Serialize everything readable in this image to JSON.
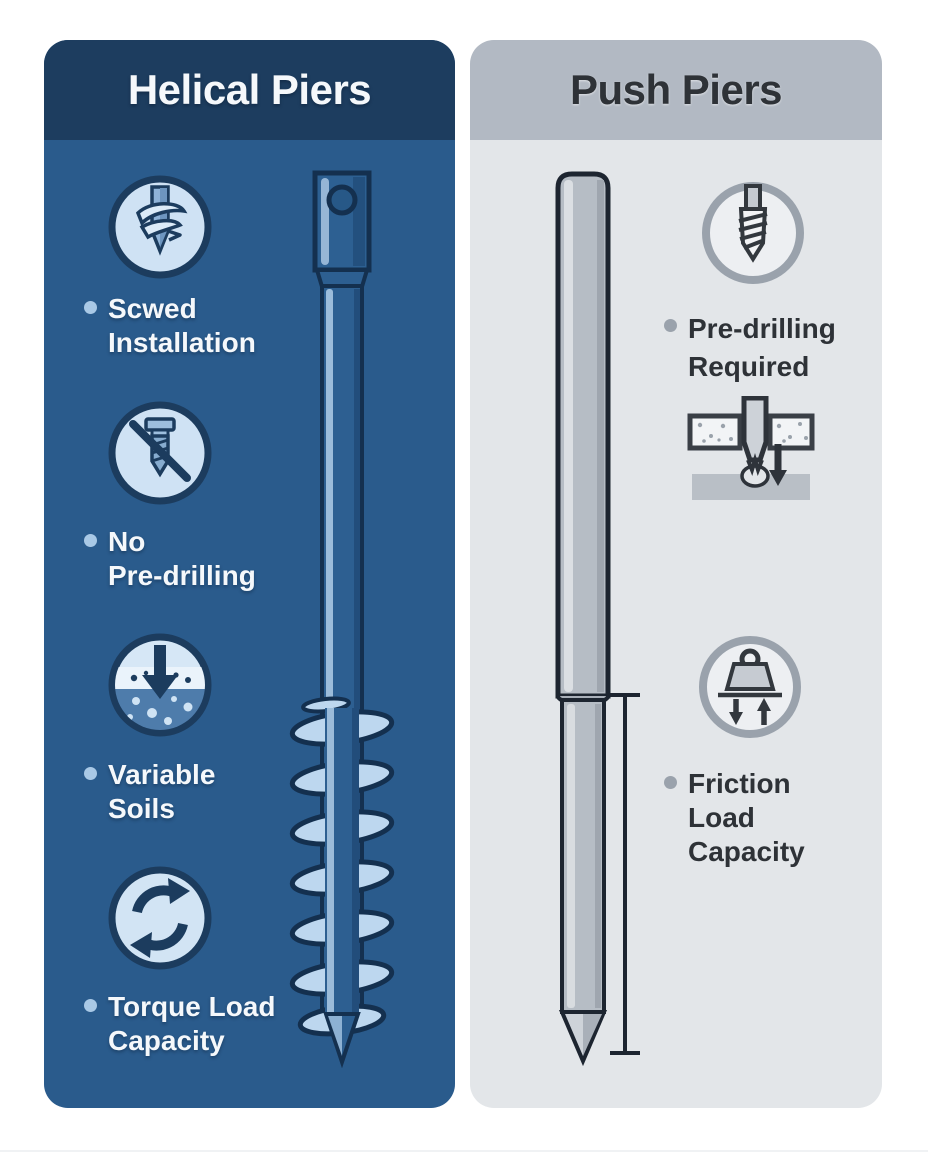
{
  "left_panel": {
    "title": "Helical Piers",
    "features": [
      {
        "icon": "auger-screw-icon",
        "lines": [
          "Scwed",
          "Installation"
        ]
      },
      {
        "icon": "no-predrilling-icon",
        "lines": [
          "No",
          "Pre-drilling"
        ]
      },
      {
        "icon": "soil-penetration-icon",
        "lines": [
          "Variable",
          "Soils"
        ]
      },
      {
        "icon": "torque-rotation-icon",
        "lines": [
          "Torque Load",
          "Capacity"
        ]
      }
    ],
    "illustration": "helical-pier-with-spiral-plates"
  },
  "right_panel": {
    "title": "Push Piers",
    "features": [
      {
        "icon": "drill-bit-icon",
        "lines": [
          "Pre-drilling",
          "Required"
        ]
      },
      {
        "icon": "weight-load-icon",
        "lines": [
          "Friction",
          "Load",
          "Capacity"
        ]
      }
    ],
    "illustration": "smooth-push-pier-with-depth-dimension",
    "mini_diagram": "drill-through-soil-into-ground"
  },
  "colors": {
    "left_header": "#1d3d5f",
    "left_body": "#2a5b8c",
    "left_text": "#f5f8fb",
    "left_accent_light": "#bdd7ef",
    "right_header": "#b2b9c3",
    "right_body": "#e3e6e9",
    "right_text": "#2e3237",
    "right_ring": "#9aa2ac",
    "outline_dark": "#14304f"
  }
}
